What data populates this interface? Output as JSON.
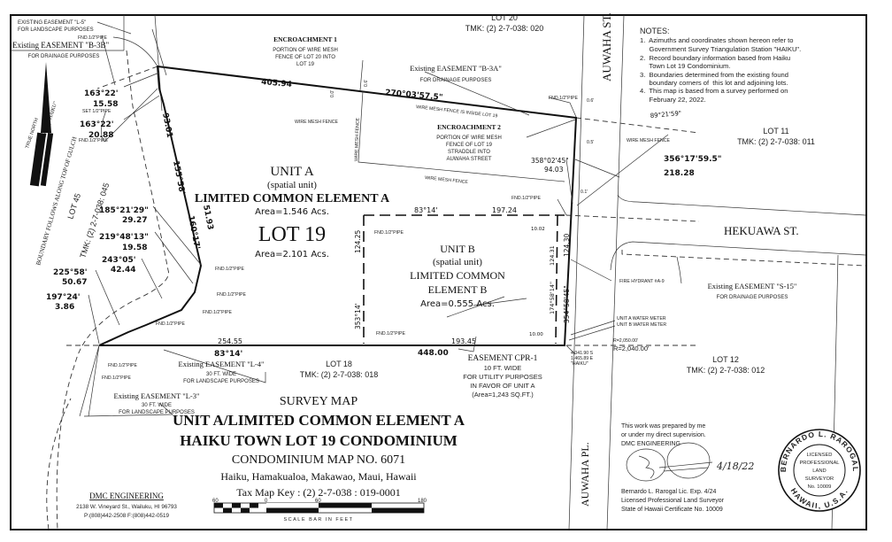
{
  "notes": {
    "title": "NOTES:",
    "items": [
      "1.  Azimuths and coordinates shown hereon refer to",
      "     Government Survey Triangulation Station \"HAIKU\".",
      "2.  Record boundary information based from Haiku",
      "     Town Lot 19 Condominium.",
      "3.  Boundaries determined from the existing found",
      "     boundary corners of  this lot and adjoining lots.",
      "4.  This map is based from a survey performed on",
      "     February 22, 2022."
    ]
  },
  "lots": {
    "lot20": {
      "name": "LOT 20",
      "tmk": "TMK: (2)  2-7-038: 020"
    },
    "lot11": {
      "name": "LOT 11",
      "tmk": "TMK: (2)  2-7-038: 011"
    },
    "lot12": {
      "name": "LOT 12",
      "tmk": "TMK: (2)  2-7-038: 012"
    },
    "lot18": {
      "name": "LOT 18",
      "tmk": "TMK: (2)  2-7-038: 018"
    },
    "lot45": {
      "name": "LOT 45",
      "tmk": "TMK: (2)  2-7-038: 045"
    },
    "lot19": {
      "name": "LOT 19",
      "area": "Area=2.101 Acs."
    }
  },
  "units": {
    "a": {
      "title": "UNIT A",
      "sub": "(spatial unit)",
      "lce": "LIMITED COMMON ELEMENT A",
      "area": "Area=1.546 Acs."
    },
    "b": {
      "title": "UNIT B",
      "sub": "(spatial unit)",
      "lce1": "LIMITED COMMON",
      "lce2": "ELEMENT B",
      "area": "Area=0.555 Acs."
    }
  },
  "streets": {
    "auwaha_st": "AUWAHA ST.",
    "auwaha_pl": "AUWAHA PL.",
    "hekuawa_st": "HEKUAWA ST."
  },
  "easements": {
    "l5": {
      "title": "EXISTING EASEMENT \"L-5\"",
      "desc": "FOR LANDSCAPE PURPOSES"
    },
    "b3b": {
      "title": "Existing EASEMENT \"B-3B\"",
      "desc": "FOR DRAINAGE PURPOSES"
    },
    "b3a": {
      "title": "Existing EASEMENT \"B-3A\"",
      "desc": "FOR DRAINAGE PURPOSES"
    },
    "s15": {
      "title": "Existing EASEMENT \"S-15\"",
      "desc": "FOR DRAINAGE PURPOSES"
    },
    "l4": {
      "title": "Existing EASEMENT \"L-4\"",
      "desc1": "30 FT. WIDE",
      "desc2": "FOR LANDSCAPE PURPOSES"
    },
    "l3": {
      "title": "Existing EASEMENT \"L-3\"",
      "desc1": "30 FT. WIDE",
      "desc2": "FOR LANDSCAPE PURPOSES"
    },
    "cpr1": {
      "title": "EASEMENT CPR-1",
      "desc1": "10 FT. WIDE",
      "desc2": "FOR UTILITY PURPOSES",
      "desc3": "IN FAVOR OF UNIT A",
      "desc4": "(Area=1,243 SQ.FT.)"
    }
  },
  "encroachments": {
    "e1": {
      "title": "ENCROACHMENT 1",
      "l1": "PORTION OF WIRE MESH",
      "l2": "FENCE OF LOT 20 INTO",
      "l3": "LOT 19"
    },
    "e2": {
      "title": "ENCROACHMENT 2",
      "l1": "PORTION OF WIRE MESH",
      "l2": "FENCE OF LOT 19",
      "l3": "STRADDLE INTO",
      "l4": "AUWAHA STREET"
    }
  },
  "labels": {
    "pipe": "FND.1/2\"PIPE",
    "set_pipe": "SET 1/2\"PIPE",
    "wire_fence": "WIRE MESH FENCE",
    "fence_inside": "WIRE MESH FENCE IS INSIDE LOT 19",
    "fire_hydrant": "FIRE HYDRANT #A-9",
    "meter_a": "UNIT A WATER METER",
    "meter_b": "UNIT B WATER METER",
    "true_north": "TRUE NORTH",
    "meridian": "Meridian of \"HAIKU\"",
    "gulch": "BOUNDARY FOLLOWS ALONG TOP OF GULCH",
    "haiku1": "4,041.90 S",
    "haiku2": "1,465.89 E",
    "haiku3": "\"HAIKU\"",
    "r1": "R=2,050.00'",
    "r2": "R=2,040.00'",
    "off06a": "0.6'",
    "off00": "0.0'",
    "off06b": "0.6'",
    "off05": "0.5'",
    "off01": "0.1'"
  },
  "bearings": {
    "top_dist": "405.94",
    "top_az": "270°03'57.5\"",
    "e_az": "358°02'45\"",
    "e_dist": "94.03",
    "ne_az": "89°21'59\"",
    "road_az": "356°17'59.5\"",
    "road_dist": "218.28",
    "w1_az": "163°22'",
    "w1_dist": "15.58",
    "w2_az": "163°22'",
    "w2_dist": "20.88",
    "w3_dist": "93.01",
    "w3_az": "155°58'",
    "w4_dist": "51.93",
    "w4_az": "160°17'",
    "g1_az": "185°21'29\"",
    "g1_dist": "29.27",
    "g2_az": "219°48'13\"",
    "g2_dist": "19.58",
    "g3_az": "243°05'",
    "g3_dist": "42.44",
    "g4_az": "225°58'",
    "g4_dist": "50.67",
    "g5_az": "197°24'",
    "g5_dist": "3.86",
    "bot_dist1": "254.55",
    "bot_az": "83°14'",
    "bot_total": "448.00",
    "bot_dist2": "193.45",
    "ub_top_az": "83°14'",
    "ub_top_dist": "197.24",
    "ub_left_dist": "124.25",
    "ub_left_az": "353°14'",
    "ub_r_dist": "124.31",
    "ub_r_az": "174°58'14\"",
    "ub_rr_dist": "124.30",
    "ub_rr_az": "354°58'45\"",
    "ub_off1": "10.02",
    "ub_off2": "10.00"
  },
  "title_block": {
    "l1": "SURVEY MAP",
    "l2": "UNIT A/LIMITED COMMON ELEMENT A",
    "l3": "HAIKU TOWN LOT 19 CONDOMINIUM",
    "l4": "CONDOMINIUM MAP NO. 6071",
    "l5": "Haiku, Hamakualoa, Makawao, Maui, Hawaii",
    "l6": "Tax Map Key : (2) 2-7-038 : 019-0001",
    "scale_ticks": [
      "60",
      "0",
      "60",
      "180"
    ],
    "scale_label": "SCALE BAR IN FEET"
  },
  "firm": {
    "name": "DMC ENGINEERING",
    "addr": "2138 W. Vineyard St., Wailuku, HI 96793",
    "phone": "P:(808)442-2508  F:(808)442-0519"
  },
  "certification": {
    "l1": "This work was prepared by me",
    "l2": "or under my direct supervision.",
    "l3": "DMC ENGINEERING",
    "date": "4/18/22",
    "l4": "Bernardo L. Rarogal Lic. Exp. 4/24",
    "l5": "Licensed Professional Land Surveyor",
    "l6": "State of Hawaii Certificate No. 10009"
  },
  "seal": {
    "top": "BERNARDO L. RAROGAL",
    "bottom": "HAWAII, U.S.A.",
    "c1": "LICENSED",
    "c2": "PROFESSIONAL",
    "c3": "LAND",
    "c4": "SURVEYOR",
    "c5": "No. 10009"
  }
}
